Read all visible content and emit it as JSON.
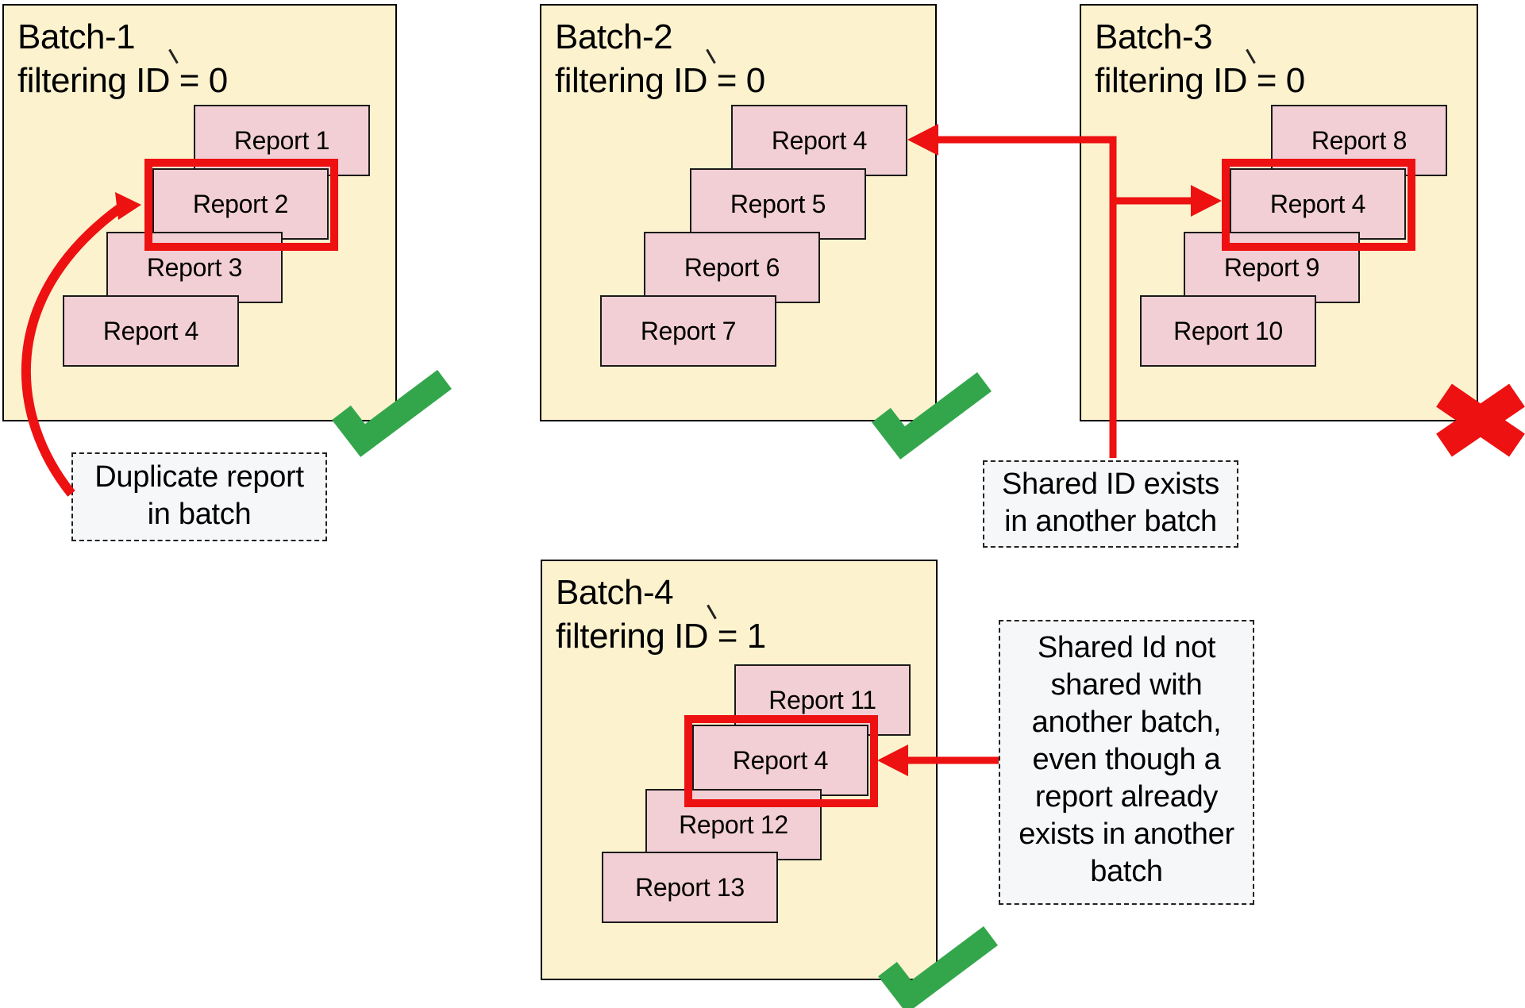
{
  "diagram": {
    "description": "Batch report filtering diagram",
    "colors": {
      "batch_fill": "#FCF2CE",
      "batch_border": "#000000",
      "report_fill": "#F2CFD4",
      "report_border": "#1A1A1A",
      "highlight_red": "#ED1111",
      "arrow_red": "#ED1111",
      "check_green": "#33A64C",
      "cross_red": "#ED1111",
      "annotation_bg": "#F6F7F9",
      "annotation_border": "#222222"
    }
  },
  "batches": [
    {
      "name": "Batch-1",
      "title_line1": "Batch-1",
      "title_line2": "filtering ID = 0",
      "reports": [
        "Report 1",
        "Report 2",
        "Report 3",
        "Report 4"
      ],
      "highlighted_report": "Report 2",
      "status": "pass"
    },
    {
      "name": "Batch-2",
      "title_line1": "Batch-2",
      "title_line2": "filtering ID = 0",
      "reports": [
        "Report 4",
        "Report 5",
        "Report 6",
        "Report 7"
      ],
      "highlighted_report": null,
      "status": "pass"
    },
    {
      "name": "Batch-3",
      "title_line1": "Batch-3",
      "title_line2": "filtering ID = 0",
      "reports": [
        "Report 8",
        "Report 4",
        "Report 9",
        "Report 10"
      ],
      "highlighted_report": "Report 4",
      "status": "fail"
    },
    {
      "name": "Batch-4",
      "title_line1": "Batch-4",
      "title_line2": "filtering ID = 1",
      "reports": [
        "Report 11",
        "Report 4",
        "Report 12",
        "Report 13"
      ],
      "highlighted_report": "Report 4",
      "status": "pass"
    }
  ],
  "annotations": {
    "duplicate": {
      "text": "Duplicate report in batch",
      "lines": [
        "Duplicate report",
        "in batch"
      ]
    },
    "shared_exists": {
      "text": "Shared ID exists in another batch",
      "lines": [
        "Shared ID exists",
        "in another batch"
      ]
    },
    "shared_not": {
      "text": "Shared Id not shared with another batch, even though a report already exists in another batch",
      "lines": [
        "Shared Id not",
        "shared with",
        "another batch,",
        "even though a",
        "report already",
        "exists in another",
        "batch"
      ]
    }
  }
}
